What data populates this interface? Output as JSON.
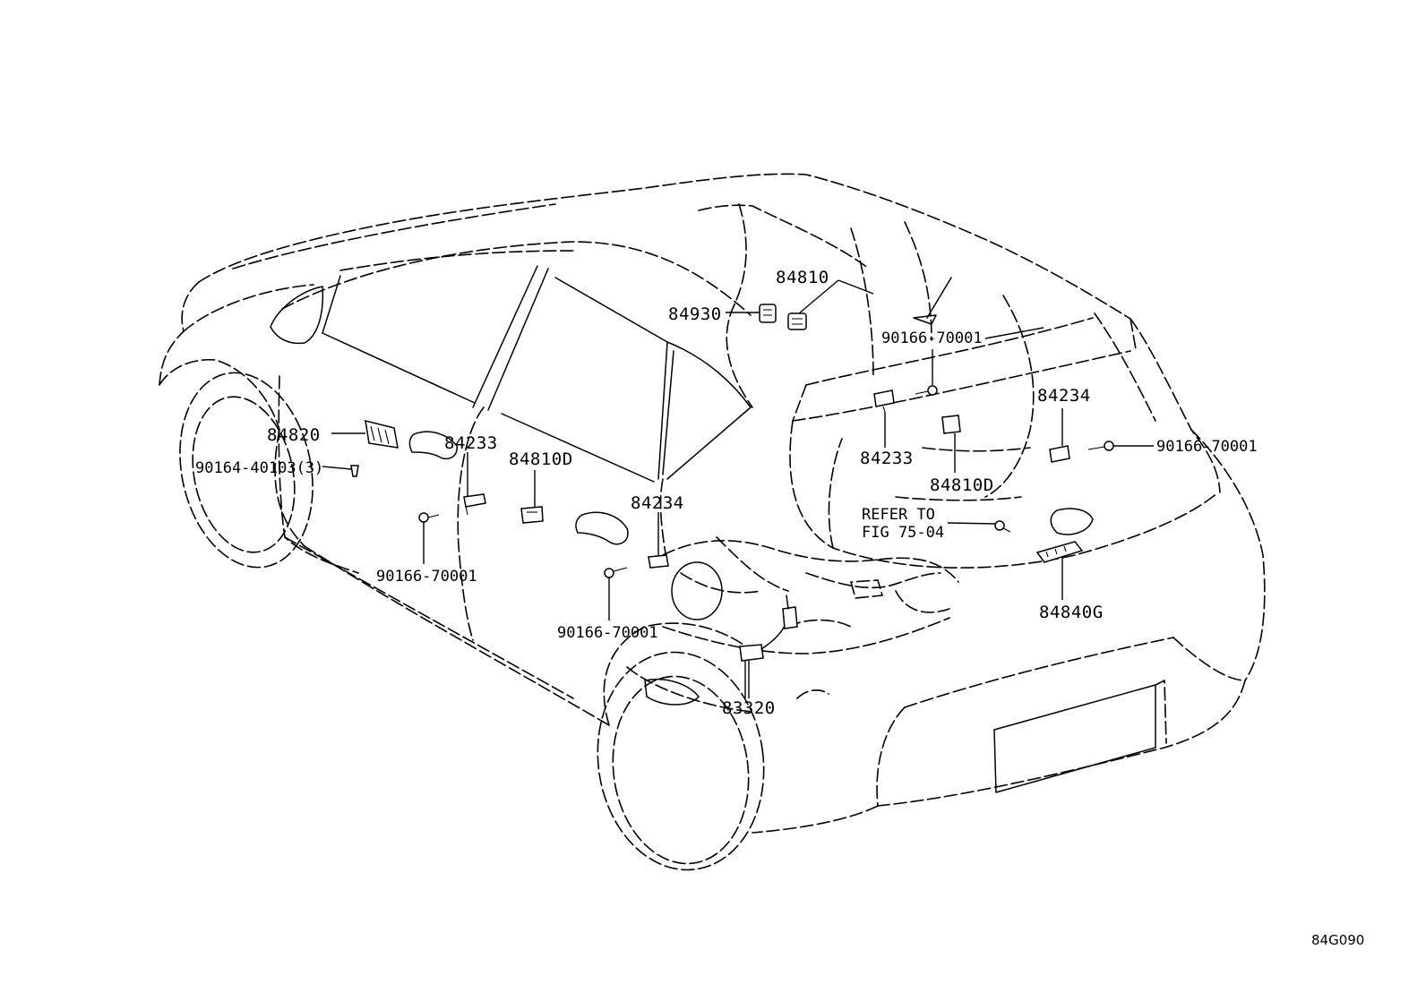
{
  "figure_code": "84G090",
  "callouts": {
    "p84810": "84810",
    "p84930": "84930",
    "p90166_roof": "90166-70001",
    "p84234_right": "84234",
    "p90166_right": "90166-70001",
    "p84233_right": "84233",
    "p84810D_right": "84810D",
    "refer_line1": "REFER TO",
    "refer_line2": "FIG 75-04",
    "p84840G": "84840G",
    "p84820": "84820",
    "p90164": "90164-40103(3)",
    "p84233_left": "84233",
    "p84810D_left": "84810D",
    "p84234_left": "84234",
    "p90166_left_mid": "90166-70001",
    "p90166_left_low": "90166-70001",
    "p83320": "83320"
  }
}
